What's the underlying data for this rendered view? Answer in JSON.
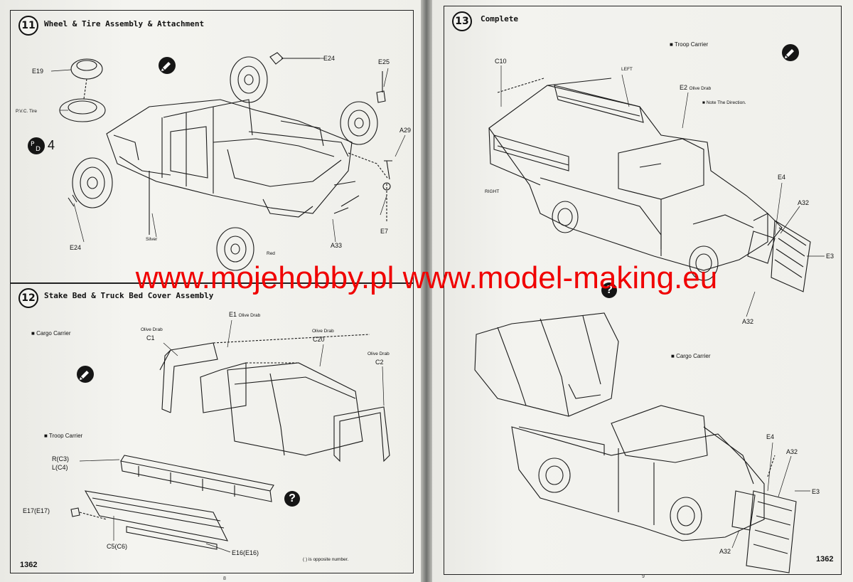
{
  "left_page": {
    "step11": {
      "number": "11",
      "title": "Wheel & Tire Assembly & Attachment"
    },
    "step11_labels": {
      "e19": "E19",
      "pvc_tire": "P.V.C. Tire",
      "badge_num": "4",
      "e24_top": "E24",
      "e25": "E25",
      "a29": "A29",
      "e24_bottom": "E24",
      "silver": "Silver",
      "red": "Red",
      "a33": "A33",
      "e7": "E7"
    },
    "step12": {
      "number": "12",
      "title": "Stake Bed & Truck Bed Cover Assembly"
    },
    "step12_labels": {
      "cargo_carrier": "Cargo Carrier",
      "troop_carrier": "Troop Carrier",
      "e1": "E1",
      "e1_color": "Olive Drab",
      "c1": "C1",
      "c1_color": "Olive Drab",
      "c20": "C20",
      "c20_color": "Olive Drab",
      "c2": "C2",
      "c2_color": "Olive Drab",
      "r_c3": "R(C3)",
      "l_c4": "L(C4)",
      "e17": "E17(E17)",
      "c5": "C5(C6)",
      "e16": "E16(E16)",
      "opposite_note": "( ) is opposite number."
    },
    "page_code": "1362",
    "folio": "8"
  },
  "right_page": {
    "step13": {
      "number": "13",
      "title": "Complete"
    },
    "labels": {
      "troop_carrier": "Troop Carrier",
      "c10": "C10",
      "left": "LEFT",
      "e2": "E2",
      "e2_color": "Olive Drab",
      "note_direction": "Note The Direction.",
      "right": "RIGHT",
      "e4_top": "E4",
      "a32_top": "A32",
      "e3_top": "E3",
      "a32_top2": "A32",
      "cargo_carrier": "Cargo Carrier",
      "e4_bottom": "E4",
      "a32_bottom": "A32",
      "e3_bottom": "E3",
      "a32_bottom2": "A32"
    },
    "page_code": "1362",
    "folio": "9"
  },
  "watermark": "www.mojehobby.pl www.model-making.eu",
  "colors": {
    "watermark": "#f00000",
    "line_art": "#1a1a1a",
    "paper": "#f1f1ed"
  }
}
